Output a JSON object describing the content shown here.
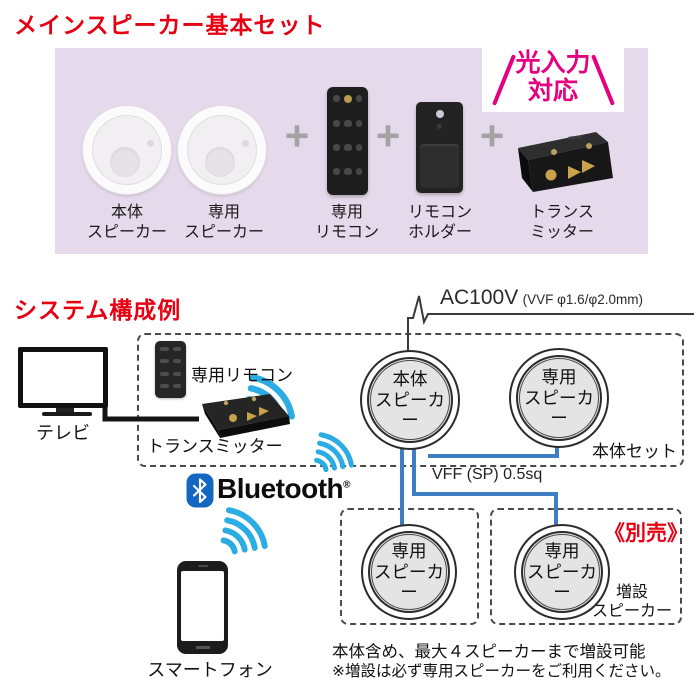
{
  "colors": {
    "accent_red": "#e60012",
    "optical_magenta": "#e4007f",
    "panel_lavender": "#e5d9ec",
    "wave_cyan": "#2bace3",
    "wire_blue": "#3e7fc4",
    "bluetooth_blue": "#1467c1"
  },
  "basic_set": {
    "title": "メインスピーカー基本セット",
    "plus": "+",
    "optical_badge": {
      "line1": "光入力",
      "line2": "対応"
    },
    "items": [
      {
        "label_line1": "本体",
        "label_line2": "スピーカー"
      },
      {
        "label_line1": "専用",
        "label_line2": "スピーカー"
      },
      {
        "label_line1": "専用",
        "label_line2": "リモコン"
      },
      {
        "label_line1": "リモコン",
        "label_line2": "ホルダー"
      },
      {
        "label_line1": "トランス",
        "label_line2": "ミッター"
      }
    ]
  },
  "system": {
    "title": "システム構成例",
    "power_label": "AC100V",
    "power_spec": "(VVF φ1.6/φ2.0mm)",
    "tv_label": "テレビ",
    "remote_label": "専用リモコン",
    "transmitter_label": "トランスミッター",
    "bluetooth_label": "Bluetooth",
    "bluetooth_reg": "®",
    "smartphone_label": "スマートフォン",
    "main_set_label": "本体セット",
    "wire_label": "VFF (SP) 0.5sq",
    "speakers": {
      "main_l1": "本体",
      "main_l2": "スピーカー",
      "sub_l1": "専用",
      "sub_l2": "スピーカー"
    },
    "optional_label": "《別売》",
    "expansion": {
      "line1": "増設",
      "line2": "スピーカー"
    },
    "note1": "本体含め、最大４スピーカーまで増設可能",
    "note2": "※増設は必ず専用スピーカーをご利用ください。"
  }
}
